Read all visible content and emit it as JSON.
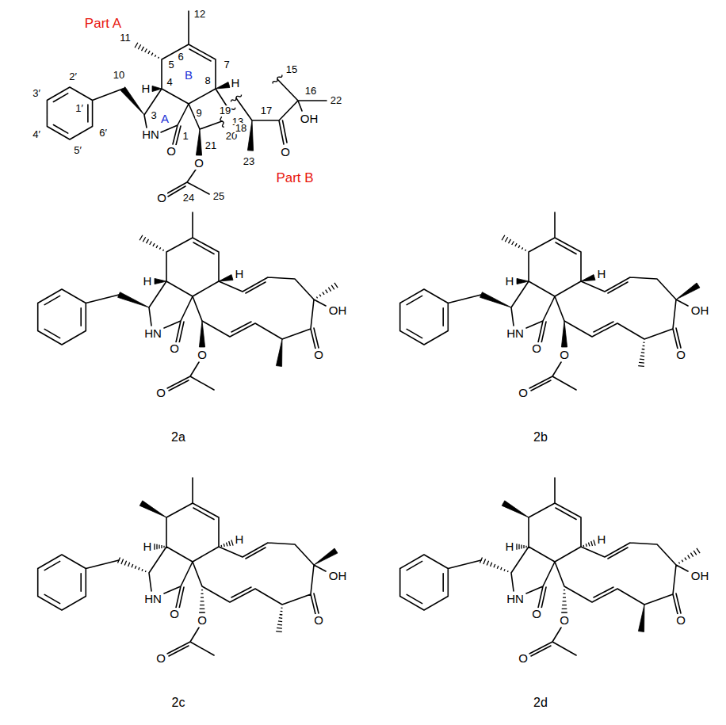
{
  "diagram": {
    "labels": [
      "Part A",
      "12",
      "11",
      "6",
      "5",
      "B",
      "7",
      "H",
      "H",
      "8",
      "4",
      "9",
      "10",
      "2′",
      "3′",
      "4′",
      "5′",
      "6′",
      "1′",
      "3",
      "A",
      "HN",
      "1",
      "13",
      "O",
      "21",
      "20",
      "O",
      "24",
      "O",
      "25",
      "15",
      "16",
      "22",
      "OH",
      "19",
      "18",
      "17",
      "O",
      "23",
      "Part B",
      "H",
      "H",
      "HN",
      "O",
      "O",
      "O",
      "OH",
      "O",
      "2a",
      "H",
      "H",
      "HN",
      "O",
      "O",
      "O",
      "OH",
      "O",
      "2b",
      "H",
      "H",
      "HN",
      "O",
      "O",
      "O",
      "OH",
      "O",
      "2c",
      "H",
      "H",
      "HN",
      "O",
      "O",
      "O",
      "OH",
      "O",
      "2d"
    ]
  }
}
